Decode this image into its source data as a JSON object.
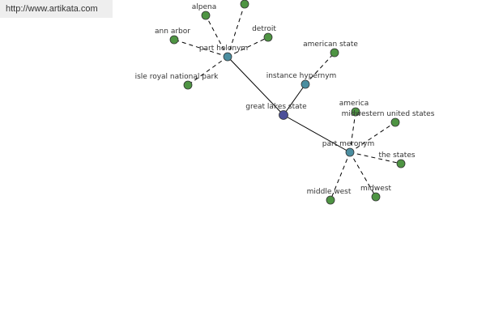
{
  "banner": {
    "url": "http://www.artikata.com"
  },
  "colors": {
    "root": "#4c4f98",
    "relation": "#4b8ea0",
    "leaf": "#4e9443"
  },
  "nodes": [
    {
      "id": "root",
      "label": "great lakes state",
      "kind": "root"
    },
    {
      "id": "holo",
      "label": "part holonym",
      "kind": "relation"
    },
    {
      "id": "hyper",
      "label": "instance hypernym",
      "kind": "relation"
    },
    {
      "id": "mero",
      "label": "part meronym",
      "kind": "relation"
    },
    {
      "id": "alpena",
      "label": "alpena",
      "kind": "leaf"
    },
    {
      "id": "unl",
      "label": "",
      "kind": "leaf"
    },
    {
      "id": "ann",
      "label": "ann arbor",
      "kind": "leaf"
    },
    {
      "id": "detroit",
      "label": "detroit",
      "kind": "leaf"
    },
    {
      "id": "isle",
      "label": "isle royal national park",
      "kind": "leaf"
    },
    {
      "id": "amstate",
      "label": "american state",
      "kind": "leaf"
    },
    {
      "id": "america",
      "label": "america",
      "kind": "leaf"
    },
    {
      "id": "midwus",
      "label": "midwestern united states",
      "kind": "leaf"
    },
    {
      "id": "states",
      "label": "the states",
      "kind": "leaf"
    },
    {
      "id": "midwest",
      "label": "midwest",
      "kind": "leaf"
    },
    {
      "id": "midwst2",
      "label": "middle west",
      "kind": "leaf"
    }
  ],
  "edges": [
    {
      "from": "root",
      "to": "holo",
      "style": "solid"
    },
    {
      "from": "root",
      "to": "hyper",
      "style": "solid"
    },
    {
      "from": "root",
      "to": "mero",
      "style": "solid"
    },
    {
      "from": "holo",
      "to": "alpena",
      "style": "dashed"
    },
    {
      "from": "holo",
      "to": "unl",
      "style": "dashed"
    },
    {
      "from": "holo",
      "to": "ann",
      "style": "dashed"
    },
    {
      "from": "holo",
      "to": "detroit",
      "style": "dashed"
    },
    {
      "from": "holo",
      "to": "isle",
      "style": "dashed"
    },
    {
      "from": "hyper",
      "to": "amstate",
      "style": "dashed"
    },
    {
      "from": "mero",
      "to": "america",
      "style": "dashed"
    },
    {
      "from": "mero",
      "to": "midwus",
      "style": "dashed"
    },
    {
      "from": "mero",
      "to": "states",
      "style": "dashed"
    },
    {
      "from": "mero",
      "to": "midwest",
      "style": "dashed"
    },
    {
      "from": "mero",
      "to": "midwst2",
      "style": "dashed"
    }
  ]
}
